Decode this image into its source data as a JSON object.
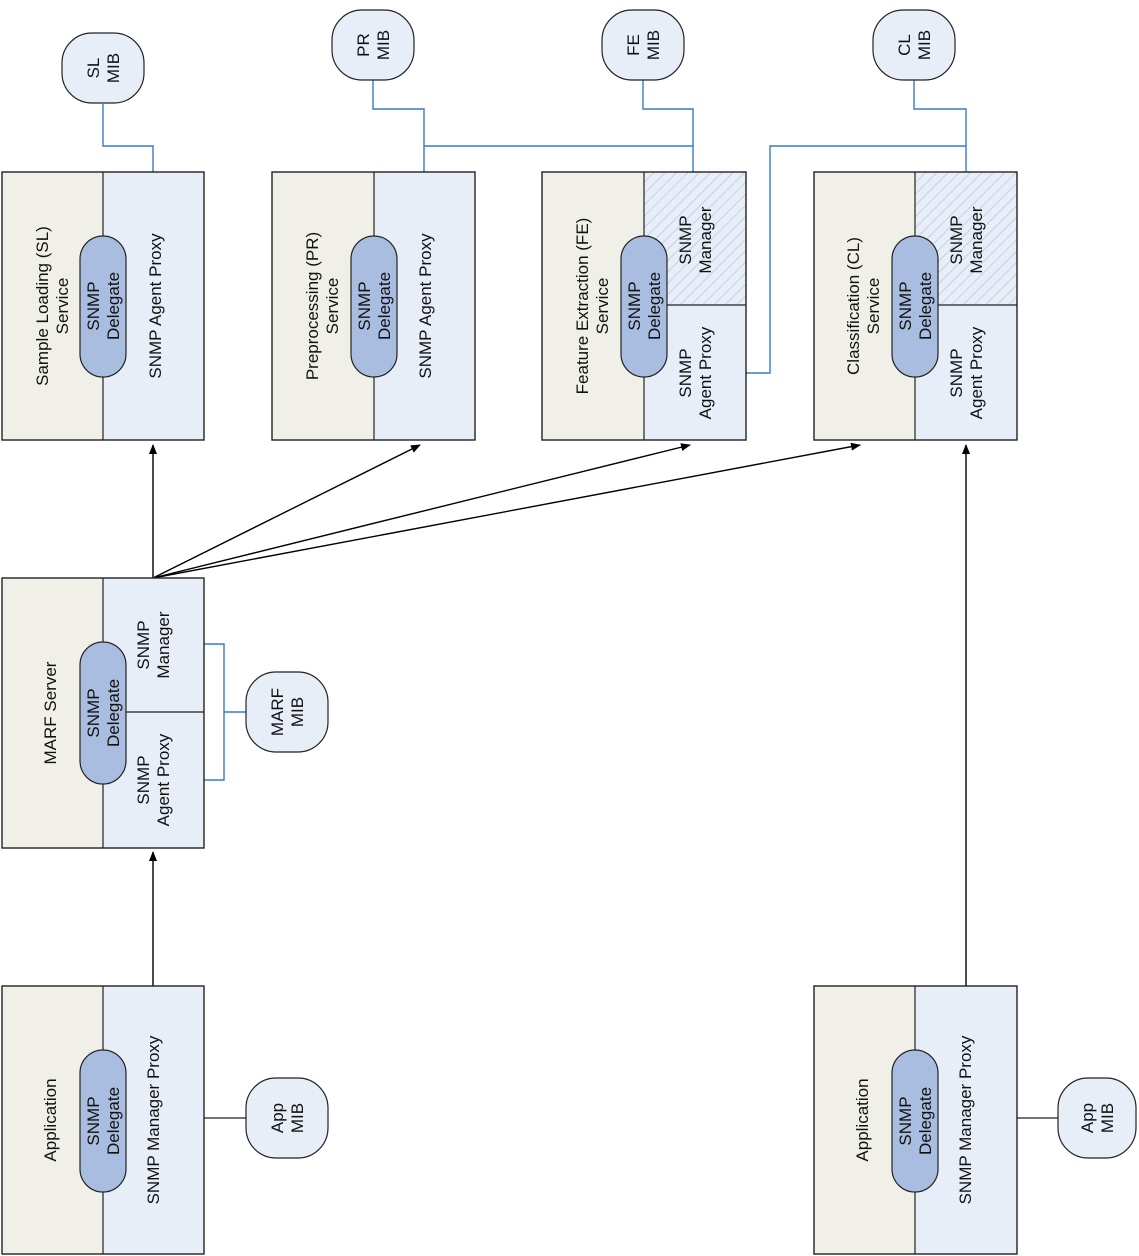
{
  "sl": {
    "title": [
      "Sample Loading (SL)",
      "Service"
    ],
    "delegate": [
      "SNMP",
      "Delegate"
    ],
    "proxy": [
      "SNMP Agent Proxy"
    ],
    "mib": [
      "SL",
      "MIB"
    ]
  },
  "pr": {
    "title": [
      "Preprocessing (PR)",
      "Service"
    ],
    "delegate": [
      "SNMP",
      "Delegate"
    ],
    "proxy": [
      "SNMP Agent Proxy"
    ],
    "mib": [
      "PR",
      "MIB"
    ]
  },
  "fe": {
    "title": [
      "Feature Extraction (FE)",
      "Service"
    ],
    "delegate": [
      "SNMP",
      "Delegate"
    ],
    "manager": [
      "SNMP",
      "Manager"
    ],
    "proxy": [
      "SNMP",
      "Agent Proxy"
    ],
    "mib": [
      "FE",
      "MIB"
    ]
  },
  "cl": {
    "title": [
      "Classification (CL)",
      "Service"
    ],
    "delegate": [
      "SNMP",
      "Delegate"
    ],
    "manager": [
      "SNMP",
      "Manager"
    ],
    "proxy": [
      "SNMP",
      "Agent Proxy"
    ],
    "mib": [
      "CL",
      "MIB"
    ]
  },
  "marf": {
    "title": [
      "MARF Server"
    ],
    "delegate": [
      "SNMP",
      "Delegate"
    ],
    "manager": [
      "SNMP",
      "Manager"
    ],
    "proxy": [
      "SNMP",
      "Agent Proxy"
    ],
    "mib": [
      "MARF",
      "MIB"
    ]
  },
  "app1": {
    "title": [
      "Application"
    ],
    "delegate": [
      "SNMP",
      "Delegate"
    ],
    "proxy": [
      "SNMP Manager Proxy"
    ],
    "mib": [
      "App",
      "MIB"
    ]
  },
  "app2": {
    "title": [
      "Application"
    ],
    "delegate": [
      "SNMP",
      "Delegate"
    ],
    "proxy": [
      "SNMP Manager Proxy"
    ],
    "mib": [
      "App",
      "MIB"
    ]
  },
  "colors": {
    "service_fill": "#f0f0e8",
    "proxy_fill": "#e8eef8",
    "delegate_fill": "#a9bde0",
    "mib_fill": "#e8eef8",
    "connector": "#3a7ac8",
    "border": "#222222"
  }
}
